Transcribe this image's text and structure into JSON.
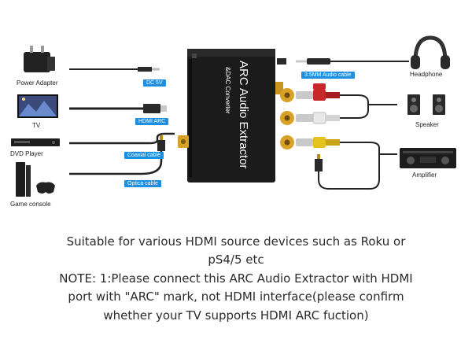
{
  "product": {
    "title": "ARC Audio Extractor",
    "subtitle": "&DAC Converter"
  },
  "inputs": [
    {
      "device": "Power Adapter",
      "cable": "DC 5V"
    },
    {
      "device": "TV",
      "cable": "HDMI ARC"
    },
    {
      "device": "DVD Player",
      "cable": "Coaxial cable"
    },
    {
      "device": "Game console",
      "cable": "Optica cable"
    }
  ],
  "outputs": [
    {
      "device": "Headphone",
      "cable": "3.5MM Audio cable"
    },
    {
      "device": "Speaker",
      "cable": ""
    },
    {
      "device": "Amplifier",
      "cable": ""
    }
  ],
  "colors": {
    "tag_blue": "#1d8fe0",
    "device_body": "#1a1a1a",
    "gold": "#d9a227",
    "rca_red": "#c8282a",
    "rca_white": "#e8e8e8",
    "rca_yellow": "#e6c21f"
  },
  "description": {
    "line1": "Suitable for various HDMI source devices such as Roku or",
    "line2": "pS4/5 etc",
    "line3": "NOTE: 1:Please connect this ARC Audio Extractor with HDMI",
    "line4": "port with \"ARC\" mark, not HDMI interface(please confirm",
    "line5": "whether your TV supports HDMI ARC fuction)"
  }
}
